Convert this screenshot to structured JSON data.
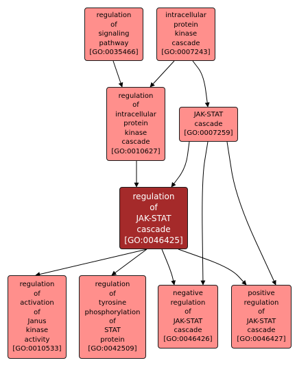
{
  "colors": {
    "node_fill": "#ff8f8c",
    "focus_fill": "#a52a2a",
    "focus_text": "#ffffff",
    "border": "#1a1a1a",
    "edge": "#000000"
  },
  "nodes": [
    {
      "id": "go0035466",
      "lines": [
        "regulation",
        "of",
        "signaling",
        "pathway",
        "[GO:0035466]"
      ]
    },
    {
      "id": "go0007243",
      "lines": [
        "intracellular",
        "protein",
        "kinase",
        "cascade",
        "[GO:0007243]"
      ]
    },
    {
      "id": "go0010627",
      "lines": [
        "regulation",
        "of",
        "intracellular",
        "protein",
        "kinase",
        "cascade",
        "[GO:0010627]"
      ]
    },
    {
      "id": "go0007259",
      "lines": [
        "JAK-STAT",
        "cascade",
        "[GO:0007259]"
      ]
    },
    {
      "id": "go0046425",
      "focus": true,
      "lines": [
        "regulation",
        "of",
        "JAK-STAT",
        "cascade",
        "[GO:0046425]"
      ]
    },
    {
      "id": "go0010533",
      "lines": [
        "regulation",
        "of",
        "activation",
        "of",
        "Janus",
        "kinase",
        "activity",
        "[GO:0010533]"
      ]
    },
    {
      "id": "go0042509",
      "lines": [
        "regulation",
        "of",
        "tyrosine",
        "phosphorylation",
        "of",
        "STAT",
        "protein",
        "[GO:0042509]"
      ]
    },
    {
      "id": "go0046426",
      "lines": [
        "negative",
        "regulation",
        "of",
        "JAK-STAT",
        "cascade",
        "[GO:0046426]"
      ]
    },
    {
      "id": "go0046427",
      "lines": [
        "positive",
        "regulation",
        "of",
        "JAK-STAT",
        "cascade",
        "[GO:0046427]"
      ]
    }
  ],
  "edges": [
    {
      "from": "go0035466",
      "to": "go0010627"
    },
    {
      "from": "go0007243",
      "to": "go0010627"
    },
    {
      "from": "go0007243",
      "to": "go0007259"
    },
    {
      "from": "go0010627",
      "to": "go0046425"
    },
    {
      "from": "go0007259",
      "to": "go0046425"
    },
    {
      "from": "go0046425",
      "to": "go0010533"
    },
    {
      "from": "go0046425",
      "to": "go0042509"
    },
    {
      "from": "go0046425",
      "to": "go0046426"
    },
    {
      "from": "go0046425",
      "to": "go0046427"
    },
    {
      "from": "go0007259",
      "to": "go0046426"
    },
    {
      "from": "go0007259",
      "to": "go0046427"
    }
  ]
}
